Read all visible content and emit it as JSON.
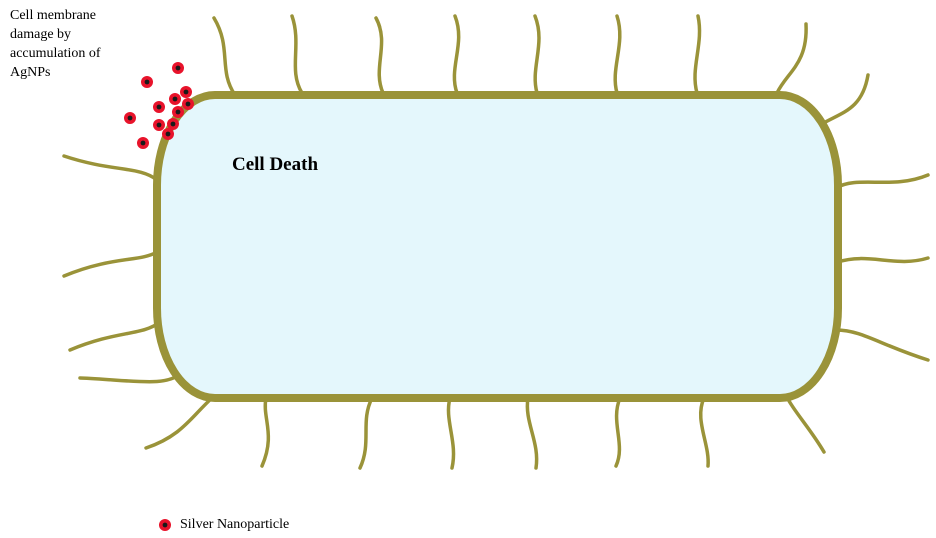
{
  "annotation": {
    "lines": [
      "Cell membrane",
      "damage by",
      "accumulation of",
      "AgNPs"
    ]
  },
  "cell_label": "Cell Death",
  "legend": {
    "label": "Silver Nanoparticle",
    "icon": "silver-nanoparticle-icon"
  },
  "colors": {
    "membrane": "#9a9339",
    "cytoplasm": "#e4f7fc",
    "flagella": "#9a9339",
    "particle_fill": "#e8132b",
    "particle_core": "#1a1a1a"
  }
}
